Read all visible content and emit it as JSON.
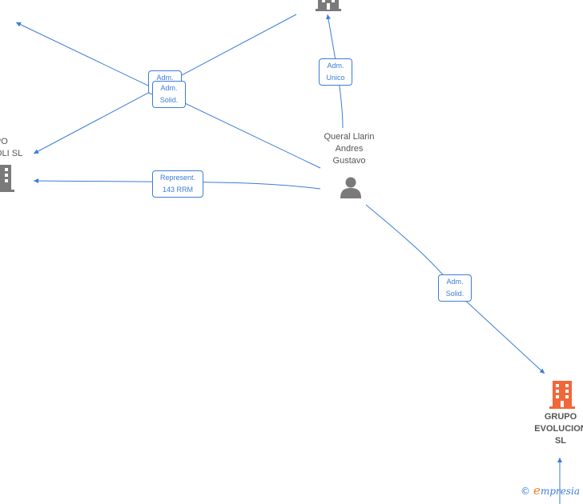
{
  "colors": {
    "edge": "#3b7dd8",
    "company_icon": "#7a7a7a",
    "company_icon_highlight": "#f0683a",
    "person_icon": "#7a7a7a",
    "label_text": "#555555"
  },
  "nodes": {
    "person": {
      "lines": [
        "Queral Llarin",
        "Andres",
        "Gustavo"
      ],
      "icon": "person-icon"
    },
    "company_left": {
      "lines": [
        "UPO",
        "ROLI  SL"
      ],
      "icon": "building-icon"
    },
    "company_top": {
      "icon": "building-icon"
    },
    "company_main": {
      "lines": [
        "GRUPO",
        "EVOLUCION",
        "SL"
      ],
      "icon": "building-icon"
    }
  },
  "edges": {
    "adm_unico": {
      "line1": "Adm.",
      "line2": "Unico"
    },
    "adm_back": {
      "line1": "Adm."
    },
    "adm_solid_upper": {
      "line1": "Adm.",
      "line2": "Solid."
    },
    "represent": {
      "line1": "Represent.",
      "line2": "143 RRM"
    },
    "adm_solid_lower": {
      "line1": "Adm.",
      "line2": "Solid."
    }
  },
  "brand": {
    "symbol": "©",
    "first_letter": "e",
    "rest": "mpresia"
  }
}
